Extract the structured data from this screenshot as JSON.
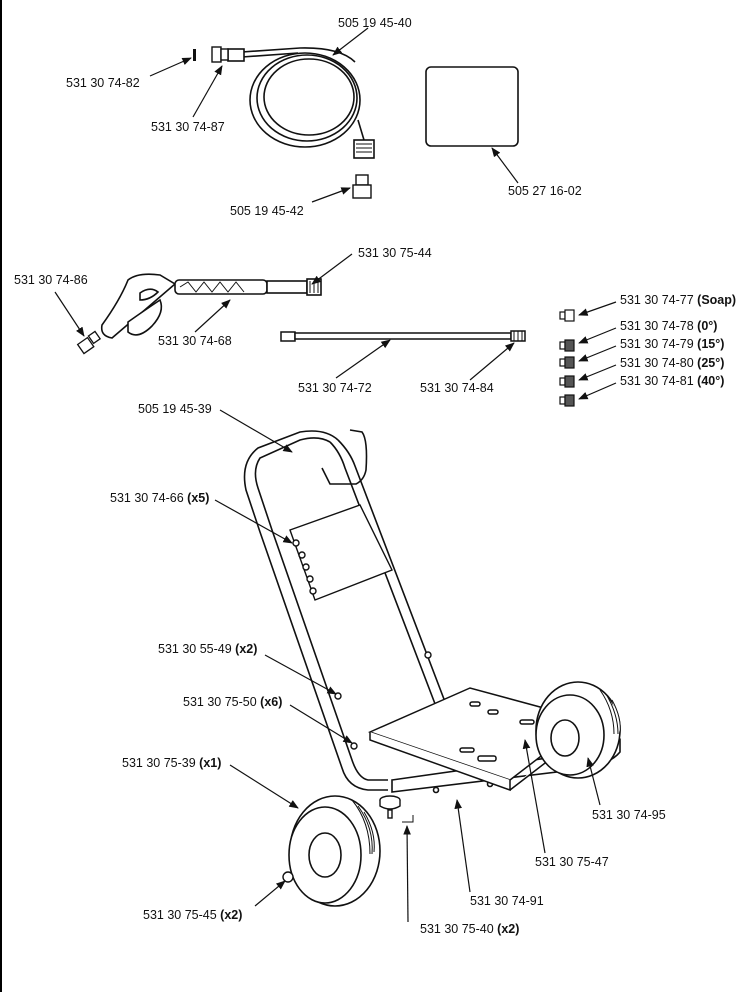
{
  "parts": [
    {
      "key": "hose",
      "number": "505 19 45-40",
      "qty": ""
    },
    {
      "key": "oring",
      "number": "531 30 74-82",
      "qty": ""
    },
    {
      "key": "hose-coupler",
      "number": "531 30 74-87",
      "qty": ""
    },
    {
      "key": "hose-adapter",
      "number": "505 19 45-42",
      "qty": ""
    },
    {
      "key": "manual",
      "number": "505 27 16-02",
      "qty": ""
    },
    {
      "key": "gun-fitting",
      "number": "531 30 74-86",
      "qty": ""
    },
    {
      "key": "wand-connector",
      "number": "531 30 75-44",
      "qty": ""
    },
    {
      "key": "spray-gun",
      "number": "531 30 74-68",
      "qty": ""
    },
    {
      "key": "wand",
      "number": "531 30 74-72",
      "qty": ""
    },
    {
      "key": "wand-coupler",
      "number": "531 30 74-84",
      "qty": ""
    },
    {
      "key": "nozzle-soap",
      "number": "531 30 74-77",
      "qty": "(Soap)"
    },
    {
      "key": "nozzle-0",
      "number": "531 30 74-78",
      "qty": "(0°)"
    },
    {
      "key": "nozzle-15",
      "number": "531 30 74-79",
      "qty": "(15°)"
    },
    {
      "key": "nozzle-25",
      "number": "531 30 74-80",
      "qty": "(25°)"
    },
    {
      "key": "nozzle-40",
      "number": "531 30 74-81",
      "qty": "(40°)"
    },
    {
      "key": "frame",
      "number": "505 19 45-39",
      "qty": ""
    },
    {
      "key": "nozzle-holders",
      "number": "531 30 74-66",
      "qty": "(x5)"
    },
    {
      "key": "frame-bolt",
      "number": "531 30 55-49",
      "qty": "(x2)"
    },
    {
      "key": "frame-screw",
      "number": "531 30 75-50",
      "qty": "(x6)"
    },
    {
      "key": "wheel",
      "number": "531 30 75-39",
      "qty": "(x1)"
    },
    {
      "key": "hub-cap",
      "number": "531 30 75-45",
      "qty": "(x2)"
    },
    {
      "key": "foot",
      "number": "531 30 75-40",
      "qty": "(x2)"
    },
    {
      "key": "axle",
      "number": "531 30 74-91",
      "qty": ""
    },
    {
      "key": "base-plate",
      "number": "531 30 75-47",
      "qty": ""
    },
    {
      "key": "wheel-kit",
      "number": "531 30 74-95",
      "qty": ""
    }
  ]
}
